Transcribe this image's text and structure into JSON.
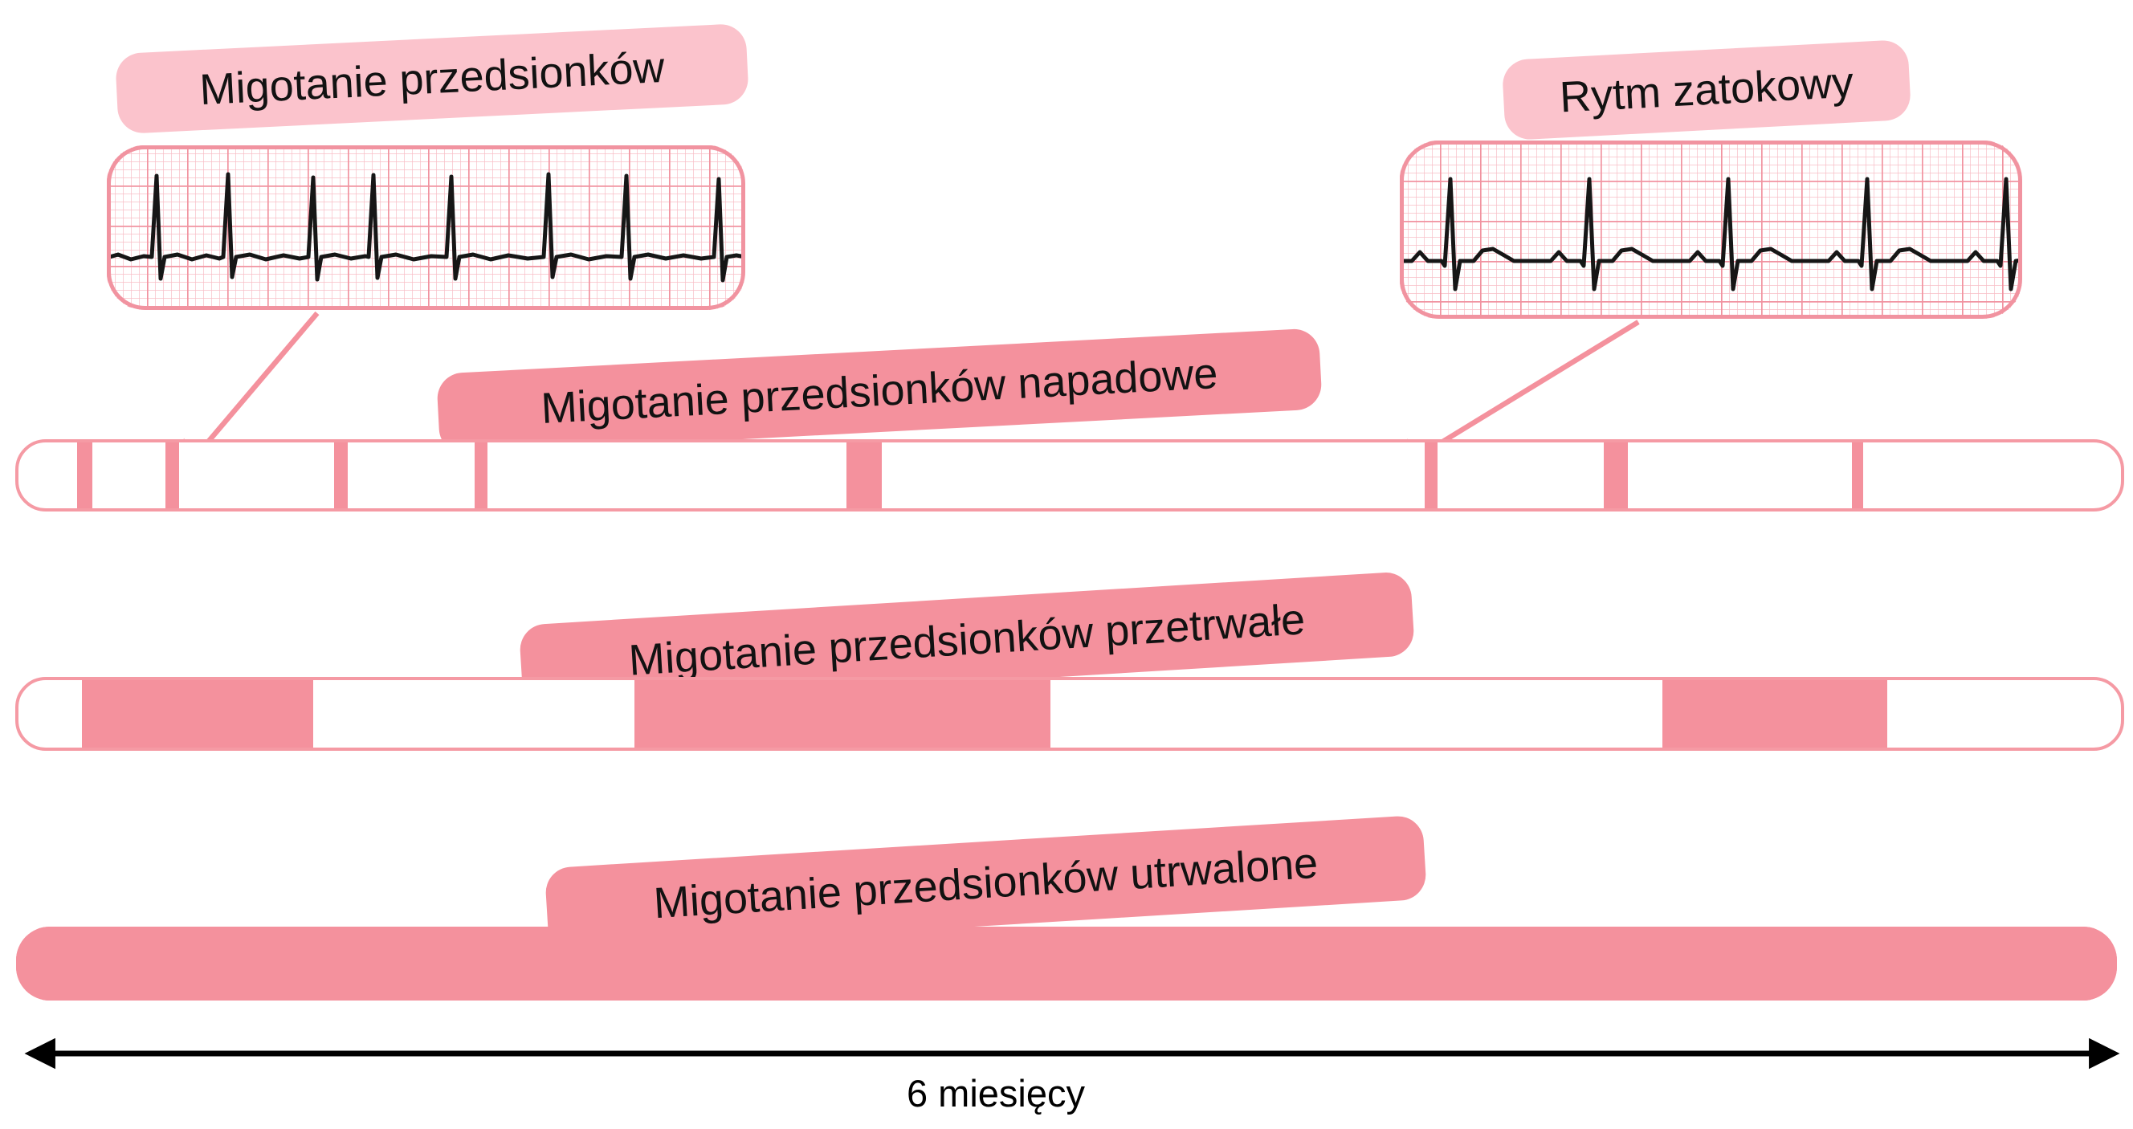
{
  "colors": {
    "pink_dark": "#f4919d",
    "pink_light": "#fbc3cc",
    "bar_border": "#f59aa4",
    "grid_minor": "#f8bdc6",
    "grid_major": "#f193a0",
    "trace": "#161616",
    "text": "#121212",
    "axis": "#000000"
  },
  "ecg_panels": [
    {
      "label": "Migotanie przedsionków"
    },
    {
      "label": "Rytm zatokowy"
    }
  ],
  "timeline_bars": [
    {
      "label": "Migotanie przedsionków napadowe",
      "episodes_pct": [
        [
          2.8,
          0.7
        ],
        [
          7.0,
          0.65
        ],
        [
          15.0,
          0.65
        ],
        [
          21.7,
          0.6
        ],
        [
          39.4,
          1.65
        ],
        [
          66.9,
          0.6
        ],
        [
          75.4,
          1.15
        ],
        [
          87.2,
          0.55
        ]
      ]
    },
    {
      "label": "Migotanie przedsionków przetrwałe",
      "episodes_pct": [
        [
          3.0,
          11.0
        ],
        [
          29.3,
          19.8
        ],
        [
          78.2,
          10.7
        ]
      ]
    },
    {
      "label": "Migotanie przedsionków utrwalone",
      "episodes_pct": [
        [
          0,
          100
        ]
      ]
    }
  ],
  "axis": {
    "label": "6 miesięcy"
  }
}
